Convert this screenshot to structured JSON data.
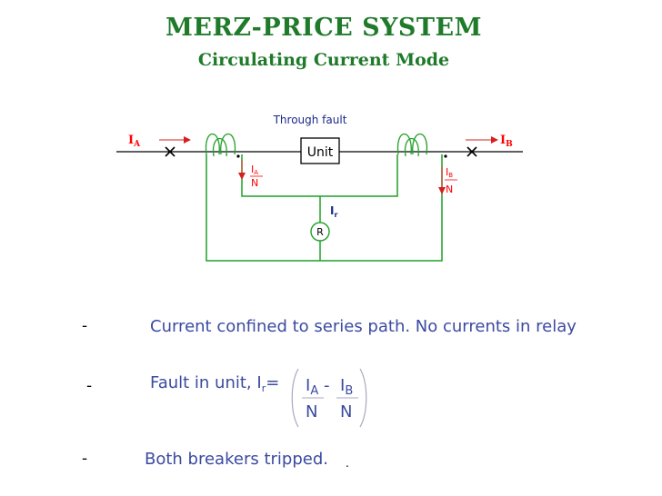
{
  "title": "MERZ-PRICE SYSTEM",
  "subtitle": "Circulating Current Mode",
  "diagram": {
    "fault_label": "Through fault",
    "unit_label": "Unit",
    "relay_label": "R",
    "current_a": {
      "main": "I",
      "sub": "A"
    },
    "current_b": {
      "main": "I",
      "sub": "B"
    },
    "secondary_a": {
      "num_main": "I",
      "num_sub": "A",
      "den": "N"
    },
    "secondary_b": {
      "num_main": "I",
      "num_sub": "B",
      "den": "N"
    },
    "relay_current": {
      "main": "I",
      "sub": "r"
    },
    "colors": {
      "wire": "#1fa028",
      "coil": "#1fa028",
      "arrow": "#d62020",
      "text": "#ff0000",
      "label": "#1b2a8a"
    }
  },
  "bullets": [
    {
      "dash": "-",
      "text": "Current confined to series path. No currents in relay"
    },
    {
      "dash": "-",
      "text_prefix": "Fault in unit, I",
      "text_sub": "r",
      "text_eq": "="
    },
    {
      "dash": "-",
      "text": "Both breakers tripped."
    }
  ],
  "formula": {
    "num_a_main": "I",
    "num_a_sub": "A",
    "minus": "-",
    "num_b_main": "I",
    "num_b_sub": "B",
    "den_a": "N",
    "den_b": "N"
  },
  "trailing_dot": "."
}
